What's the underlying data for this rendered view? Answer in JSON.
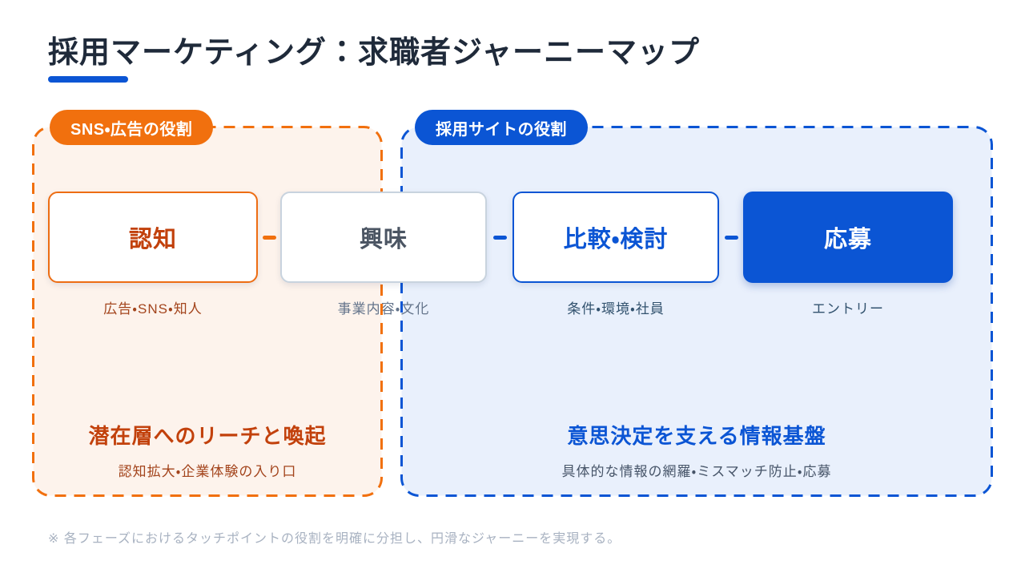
{
  "header": {
    "title": "採用マーケティング：求職者ジャーニーマップ"
  },
  "zones": {
    "sns": {
      "badge": "SNS・広告の役割",
      "heading": "潜在層へのリーチと喚起",
      "subheading": "認知拡大・企業体験の入り口"
    },
    "site": {
      "badge": "採用サイトの役割",
      "heading": "意思決定を支える情報基盤",
      "subheading": "具体的な情報の網羅・ミスマッチ防止・応募"
    }
  },
  "phases": [
    {
      "label": "認知",
      "sublabel": "広告・SNS・知人"
    },
    {
      "label": "興味",
      "sublabel": "事業内容・文化"
    },
    {
      "label": "比較・検討",
      "sublabel": "条件・環境・社員"
    },
    {
      "label": "応募",
      "sublabel": "エントリー"
    }
  ],
  "footnote": "※ 各フェーズにおけるタッチポイントの役割を明確に分担し、円滑なジャーニーを実現する。",
  "colors": {
    "accent_orange": "#F1700E",
    "accent_blue": "#0B55D4",
    "orange_text_dark": "#C2410C",
    "orange_fill_light": "#FDF3EC",
    "blue_fill_light": "#E9F0FC",
    "title_text": "#1F2A3A",
    "footnote_text": "#A8B2C1"
  }
}
